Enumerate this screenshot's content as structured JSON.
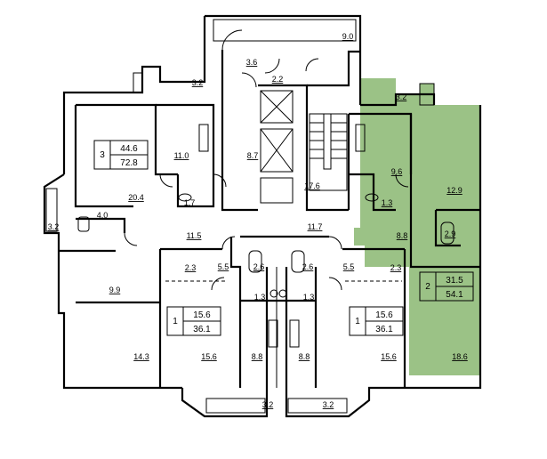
{
  "colors": {
    "highlight": "#9bc286",
    "wall": "#000000",
    "background": "#ffffff"
  },
  "apartments": [
    {
      "id": "apt-3",
      "rooms": "3",
      "living_area": "44.6",
      "total_area": "72.8"
    },
    {
      "id": "apt-2",
      "rooms": "2",
      "living_area": "31.5",
      "total_area": "54.1"
    },
    {
      "id": "apt-1-left",
      "rooms": "1",
      "living_area": "15.6",
      "total_area": "36.1"
    },
    {
      "id": "apt-1-right",
      "rooms": "1",
      "living_area": "15.6",
      "total_area": "36.1"
    }
  ],
  "rooms": {
    "r_9_0": "9.0",
    "r_3_6": "3.6",
    "r_2_2": "2.2",
    "r_3_2_top": "3.2",
    "r_3_2_right": "3.2",
    "r_11_0": "11.0",
    "r_8_7": "8.7",
    "r_17_6": "17.6",
    "r_9_6": "9.6",
    "r_12_9": "12.9",
    "r_20_4": "20.4",
    "r_1_7": "1.7",
    "r_1_3_right": "1.3",
    "r_3_2_left": "3.2",
    "r_4_0": "4.0",
    "r_11_5": "11.5",
    "r_11_7": "11.7",
    "r_8_8_right": "8.8",
    "r_2_9": "2.9",
    "r_2_3_left": "2.3",
    "r_5_5_left": "5.5",
    "r_2_6_left": "2.6",
    "r_2_6_right": "2.6",
    "r_5_5_right": "5.5",
    "r_2_3_right": "2.3",
    "r_9_9": "9.9",
    "r_1_3_cl": "1.3",
    "r_1_3_cr": "1.3",
    "r_14_3": "14.3",
    "r_15_6_left": "15.6",
    "r_8_8_cl": "8.8",
    "r_8_8_cr": "8.8",
    "r_15_6_right": "15.6",
    "r_18_6": "18.6",
    "r_3_2_bl": "3.2",
    "r_3_2_br": "3.2"
  }
}
